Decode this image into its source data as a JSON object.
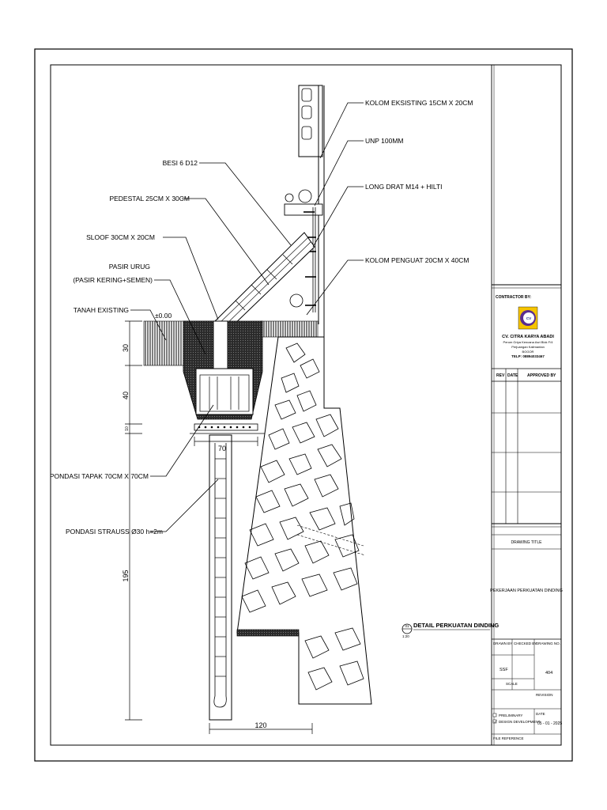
{
  "labels": {
    "kolom_eksisting": "KOLOM EKSISTING 15CM X 20CM",
    "unp": "UNP 100MM",
    "besi": "BESI 6 D12",
    "long_drat": "LONG DRAT M14 + HILTI",
    "pedestal": "PEDESTAL  25CM X 30CM",
    "sloof": "SLOOF 30CM X 20CM",
    "kolom_penguat": "KOLOM PENGUAT 20CM X 40CM",
    "pasir_urug_1": "PASIR URUG",
    "pasir_urug_2": "(PASIR KERING+SEMEN)",
    "tanah_existing": "TANAH EXISTING",
    "level": "±0.00",
    "pondasi_tapak": "PONDASI TAPAK 70CM X 70CM",
    "pondasi_strauss": "PONDASI STRAUSS Ø30 h=2m"
  },
  "dimensions": {
    "d30": "30",
    "d40": "40",
    "d10": "10",
    "d70": "70",
    "d195": "195",
    "d120": "120"
  },
  "detail": {
    "title": "DETAIL PERKUATAN DINDING",
    "number": "01",
    "scale": "1:20"
  },
  "title_block": {
    "contractor_label": "CONTRACTOR BY:",
    "logo_text": "CV",
    "company": "CV. CITRA KARYA ABADI",
    "address_1": "Perum Griya Kencana Asri Blok F/4",
    "address_2": "Perjuangan Kalimantan",
    "address_3": "BOGOR",
    "telp": "TELP: 08894033467",
    "rev_headers": [
      "REV",
      "DATE",
      "APPROVED BY"
    ],
    "drawing_title_label": "DRAWING TITLE",
    "drawing_title": "PEKERJAAN PERKUATAN DINDING",
    "drawn_by_label": "DRAWN BY",
    "checked_by_label": "CHECKED BY",
    "drawing_no_label": "DRAWING NO.",
    "drawn_by": "SSF",
    "drawing_no": "404",
    "scale_label": "SCALE",
    "revision_label": "REVISION",
    "status_1": "PRELIMINARY",
    "status_2": "DESIGN DEVELOPMENT",
    "date_label": "DATE",
    "date": "05 - 01 - 2025",
    "file_ref": "FILE REFERENCE"
  }
}
